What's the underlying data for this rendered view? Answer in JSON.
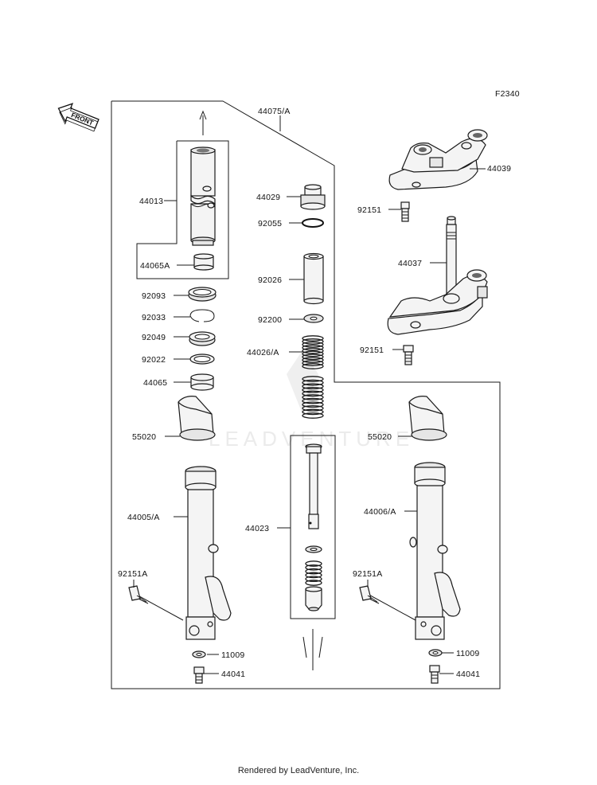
{
  "diagram_code": "F2340",
  "front_label": "FRONT",
  "watermark": "LEADVENTURE",
  "footer": "Rendered by LeadVenture, Inc.",
  "parts": {
    "p44075A": "44075/A",
    "p44013": "44013",
    "p44065A": "44065A",
    "p44029": "44029",
    "p92055": "92055",
    "p92026": "92026",
    "p92093": "92093",
    "p92033": "92033",
    "p92049": "92049",
    "p92022": "92022",
    "p44065": "44065",
    "p92200": "92200",
    "p44026A": "44026/A",
    "p44039": "44039",
    "p92151_top": "92151",
    "p44037": "44037",
    "p92151_mid": "92151",
    "p55020_left": "55020",
    "p55020_right": "55020",
    "p44005A": "44005/A",
    "p44023": "44023",
    "p44006A": "44006/A",
    "p92151A_left": "92151A",
    "p92151A_right": "92151A",
    "p11009_left": "11009",
    "p11009_right": "11009",
    "p44041_left": "44041",
    "p44041_right": "44041"
  }
}
